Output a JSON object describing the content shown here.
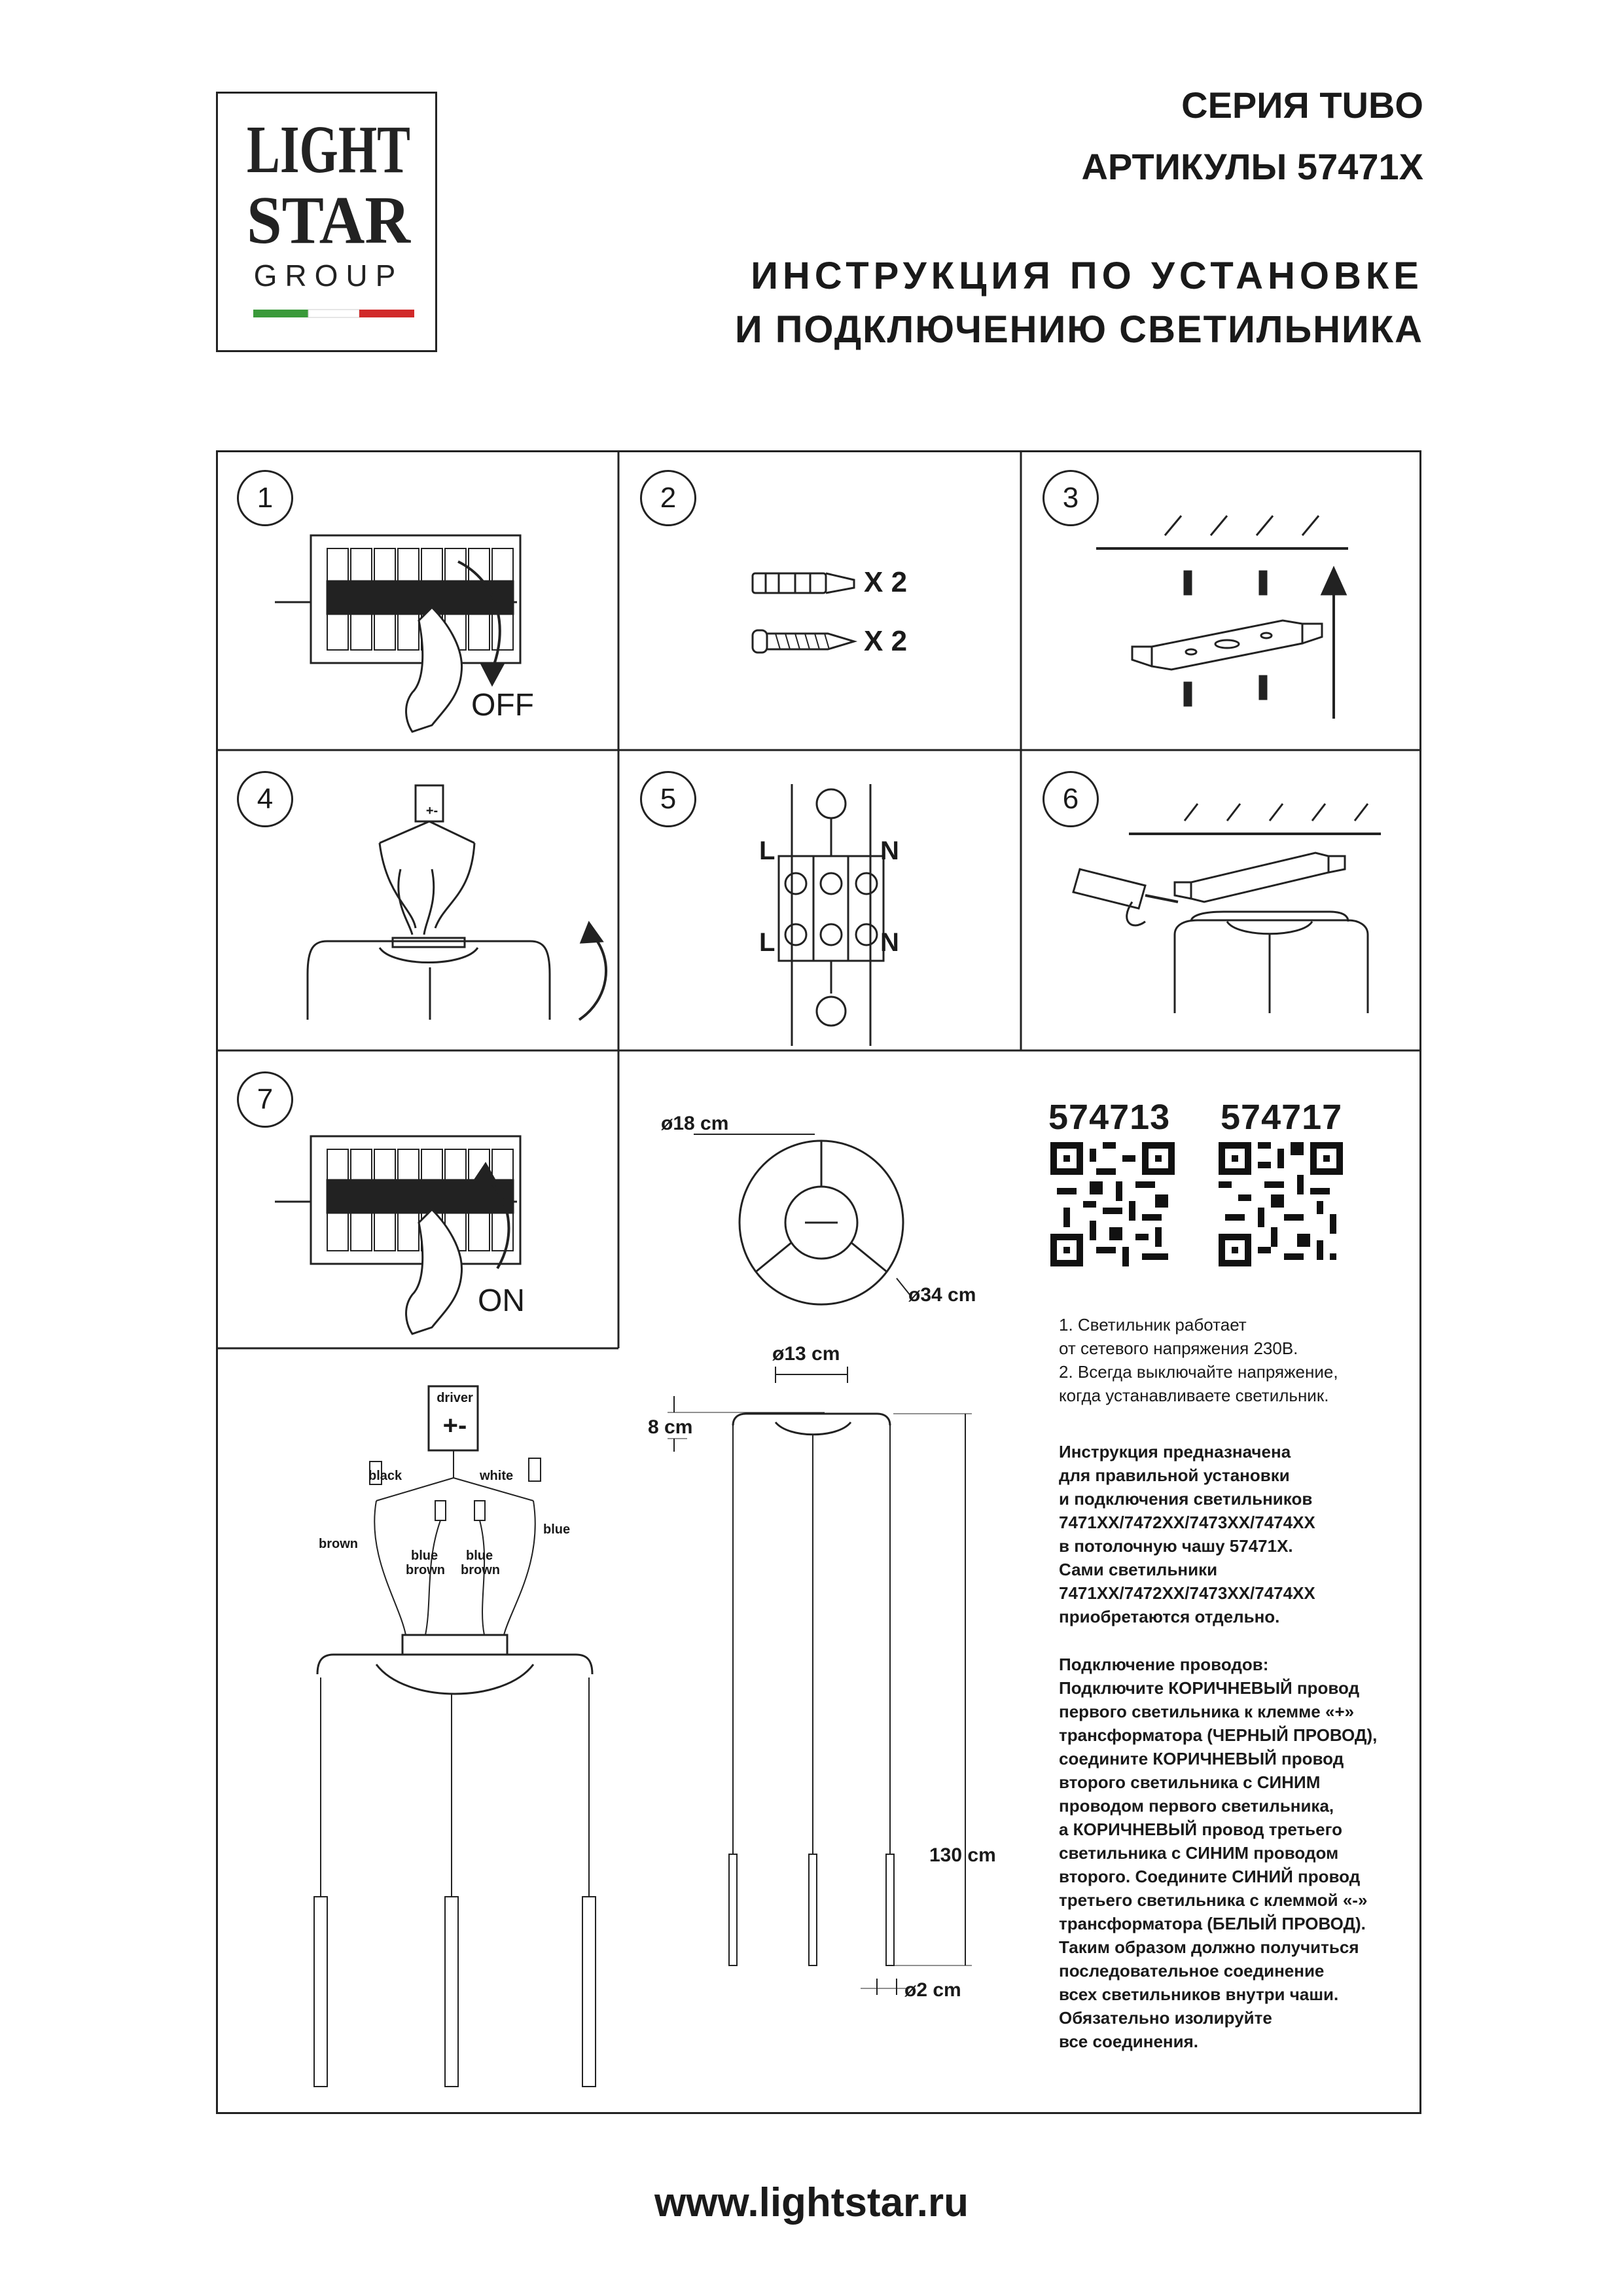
{
  "brand": {
    "logo_line1": "LIGHT",
    "logo_line2": "STAR",
    "logo_line3": "GROUP",
    "flag_colors": [
      "#3a9a3a",
      "#ffffff",
      "#d12a2a"
    ]
  },
  "header": {
    "series": "СЕРИЯ TUBO",
    "articles": "АРТИКУЛЫ 57471X",
    "title_line1": "ИНСТРУКЦИЯ ПО УСТАНОВКЕ",
    "title_line2": "И ПОДКЛЮЧЕНИЮ СВЕТИЛЬНИКА"
  },
  "steps": [
    {
      "number": "1",
      "caption": "OFF"
    },
    {
      "number": "2",
      "caption": ""
    },
    {
      "number": "3",
      "caption": ""
    },
    {
      "number": "4",
      "caption": ""
    },
    {
      "number": "5",
      "caption": ""
    },
    {
      "number": "6",
      "caption": ""
    },
    {
      "number": "7",
      "caption": "ON"
    }
  ],
  "step2": {
    "anchor_qty": "X 2",
    "screw_qty": "X 2"
  },
  "step4": {
    "driver_polarity": "+-"
  },
  "step5": {
    "left_top": "L",
    "left_bottom": "L",
    "right_top": "N",
    "right_bottom": "N"
  },
  "dimensions": {
    "canopy_inner": "ø18 cm",
    "canopy_outer": "ø34 cm",
    "cup_diameter": "ø13 cm",
    "cup_height": "8 cm",
    "total_length": "130 cm",
    "tube_diameter": "ø2 cm"
  },
  "wiring": {
    "driver_label": "driver",
    "driver_polarity": "+-",
    "black": "black",
    "white": "white",
    "brown_left": "brown",
    "blue_right": "blue",
    "blue_1": "blue",
    "brown_1": "brown",
    "blue_2": "blue",
    "brown_2": "brown"
  },
  "qr": [
    {
      "code": "574713"
    },
    {
      "code": "574717"
    }
  ],
  "notes": {
    "plain": [
      "1. Светильник работает",
      "от сетевого напряжения 230В.",
      "2. Всегда выключайте напряжение,",
      "когда устанавливаете светильник."
    ],
    "bold": [
      "Инструкция предназначена",
      "для правильной установки",
      "и подключения светильников",
      "7471XX/7472XX/7473XX/7474XX",
      "в потолочную чашу 57471X.",
      "Сами светильники",
      "7471XX/7472XX/7473XX/7474XX",
      "приобретаются отдельно."
    ],
    "connection": [
      "Подключение проводов:",
      "Подключите КОРИЧНЕВЫЙ провод",
      "первого светильника к клемме «+»",
      "трансформатора (ЧЕРНЫЙ ПРОВОД),",
      "соедините КОРИЧНЕВЫЙ провод",
      "второго светильника с СИНИМ",
      "проводом первого светильника,",
      "а КОРИЧНЕВЫЙ провод третьего",
      "светильника с СИНИМ проводом",
      "второго. Соедините СИНИЙ провод",
      "третьего светильника с клеммой «-»",
      "трансформатора (БЕЛЫЙ ПРОВОД).",
      "Таким образом должно получиться",
      "последовательное соединение",
      "всех светильников внутри чаши.",
      "Обязательно изолируйте",
      "все соединения."
    ]
  },
  "footer": {
    "website": "www.lightstar.ru"
  }
}
